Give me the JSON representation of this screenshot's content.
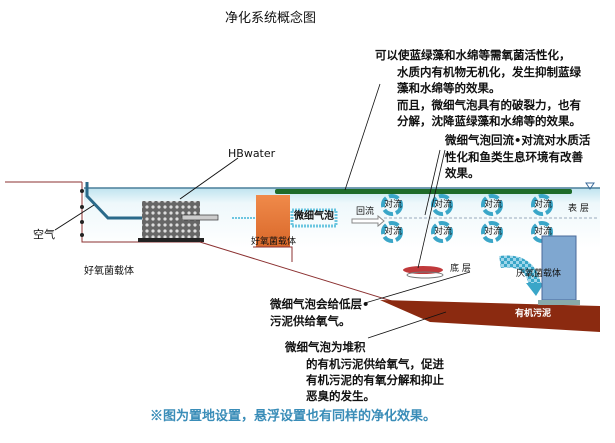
{
  "title": "净化系统概念图",
  "labels": {
    "hbwater": "HBwater",
    "air": "空气",
    "aerobic_carrier_block": "好氧菌载体",
    "aerobic_carrier_left": "好氧菌载体",
    "microbubble": "微细气泡",
    "backflow": "回流",
    "convection": "对流",
    "surface_layer": "表 层",
    "bottom_layer": "底 层",
    "anaerobic_carrier": "厌氧菌载体",
    "organic_sludge": "有机污泥"
  },
  "notes": {
    "algae": [
      "可以使蓝绿藻和水绵等需氧菌活性化，",
      "水质内有机物无机化，发生抑制蓝绿",
      "藻和水绵等的效果。",
      "而且，微细气泡具有的破裂力，也有",
      "分解，沈降蓝绿藻和水绵等的效果。"
    ],
    "convection": [
      "微细气泡回流•对流对水质活",
      "性化和鱼类生息环境有改善",
      "效果。"
    ],
    "bottom": [
      "微细气泡会给低层•",
      "污泥供给氧气。"
    ],
    "sludge": [
      "微细气泡为堆积",
      "的有机污泥供给氧气，促进",
      "有机污泥的有氧分解和抑止",
      "恶臭的发生。"
    ]
  },
  "footer": "※图为置地设置，悬浮设置也有同样的净化效果。",
  "colors": {
    "water": "#cfeaf3",
    "algae": "#1e6b2a",
    "sludge": "#8b2a10",
    "carrier": "#e8773a",
    "footer": "#3a8db8",
    "convection": "#3aa6c8"
  }
}
